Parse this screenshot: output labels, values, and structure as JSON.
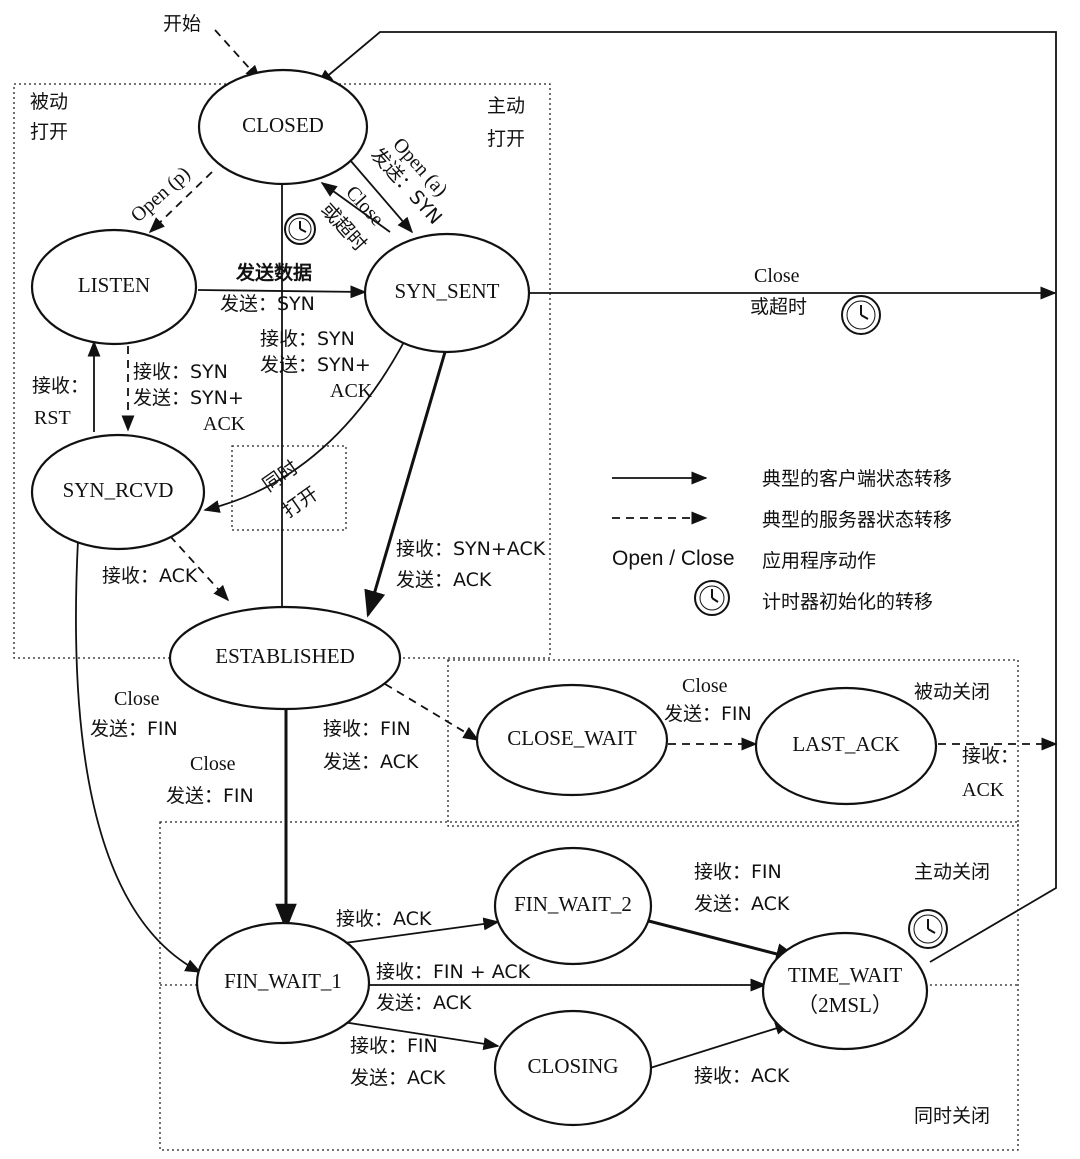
{
  "states": {
    "closed": "CLOSED",
    "listen": "LISTEN",
    "syn_sent": "SYN_SENT",
    "syn_rcvd": "SYN_RCVD",
    "established": "ESTABLISHED",
    "close_wait": "CLOSE_WAIT",
    "last_ack": "LAST_ACK",
    "fin_wait_1": "FIN_WAIT_1",
    "fin_wait_2": "FIN_WAIT_2",
    "closing": "CLOSING",
    "time_wait": "TIME_WAIT",
    "time_wait_sub": "（2MSL）"
  },
  "regions": {
    "passive_open": [
      "被动",
      "打开"
    ],
    "active_open": [
      "主动",
      "打开"
    ],
    "simultaneous_open": [
      "同时",
      "打开"
    ],
    "passive_close": "被动关闭",
    "active_close": "主动关闭",
    "simultaneous_close": "同时关闭"
  },
  "labels": {
    "start": "开始",
    "open_p": "Open (p)",
    "open_a": "Open (a)",
    "send_syn_a": "发送：SYN",
    "close_text": "Close",
    "or_timeout": "或超时",
    "send_data": "发送数据",
    "send_syn": "发送：SYN",
    "recv_syn": "接收：SYN",
    "send_synack": "发送：SYN+",
    "ack": "ACK",
    "recv_rst": "接收：",
    "rst": "RST",
    "recv_syn2": "接收：SYN",
    "send_synack2": "发送：SYN+",
    "ack2": "ACK",
    "recv_ack": "接收：ACK",
    "recv_synack": "接收：SYN+ACK",
    "send_ack": "发送：ACK",
    "close_top": "Close",
    "or_timeout_top": "或超时",
    "close_fin_left": "Close",
    "send_fin_left": "发送：FIN",
    "close_fin_mid": "Close",
    "send_fin_mid": "发送：FIN",
    "recv_fin": "接收：FIN",
    "send_ack_cw": "发送：ACK",
    "close_cw": "Close",
    "send_fin_cw": "发送：FIN",
    "recv_ack_last": "接收：",
    "ack_last": "ACK",
    "fw1_recv_ack": "接收：ACK",
    "fw2_recv_fin": "接收：FIN",
    "fw2_send_ack": "发送：ACK",
    "fw1_recv_finack": "接收：FIN + ACK",
    "fw1_send_ack": "发送：ACK",
    "fw1_recv_fin": "接收：FIN",
    "fw1_send_ack2": "发送：ACK",
    "closing_recv_ack": "接收：ACK"
  },
  "legend": {
    "solid": "典型的客户端状态转移",
    "dashed": "典型的服务器状态转移",
    "open_close": "Open / Close",
    "app_action": "应用程序动作",
    "timer": "计时器初始化的转移"
  }
}
